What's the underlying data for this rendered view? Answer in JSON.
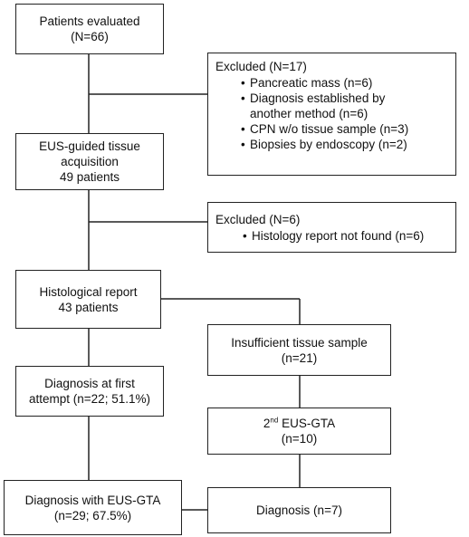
{
  "flowchart": {
    "patients_evaluated": {
      "line1": "Patients evaluated",
      "line2": "(N=66)"
    },
    "excluded_first": {
      "title": "Excluded (N=17)",
      "items": [
        "Pancreatic mass (n=6)",
        "Diagnosis established by another method (n=6)",
        "CPN w/o tissue sample (n=3)",
        "Biopsies by endoscopy (n=2)"
      ]
    },
    "eus_guided": {
      "line1": "EUS-guided tissue",
      "line2": "acquisition",
      "line3": "49 patients"
    },
    "excluded_second": {
      "title": "Excluded (N=6)",
      "items": [
        "Histology report not found (n=6)"
      ]
    },
    "histological_report": {
      "line1": "Histological report",
      "line2": "43 patients"
    },
    "insufficient_sample": {
      "line1": "Insufficient tissue sample",
      "line2": "(n=21)"
    },
    "first_attempt": {
      "line1": "Diagnosis at first",
      "line2": "attempt (n=22; 51.1%)"
    },
    "second_eus_gta": {
      "sup": "nd",
      "prefix": "2",
      "label": "EUS-GTA",
      "line2": "(n=10)"
    },
    "diagnosis_eus_gta": {
      "line1": "Diagnosis with EUS-GTA",
      "line2": "(n=29; 67.5%)"
    },
    "diagnosis_n7": {
      "line1": "Diagnosis (n=7)"
    }
  }
}
